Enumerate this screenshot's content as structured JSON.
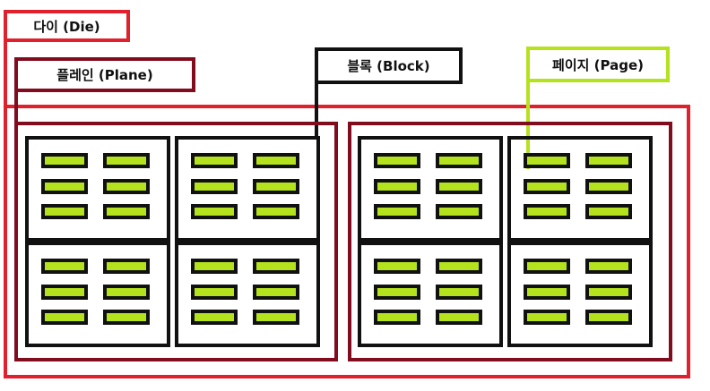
{
  "colors": {
    "die": "#e0202c",
    "plane": "#800c1d",
    "block": "#111111",
    "page_fill": "#b4e21d",
    "page_label": "#b4e21d"
  },
  "labels": {
    "die": "다이 (Die)",
    "plane": "플레인 (Plane)",
    "block": "블록 (Block)",
    "page": "페이지 (Page)"
  },
  "structure": {
    "planes_per_die": 2,
    "blocks_per_plane": 4,
    "pages_per_block": 6
  }
}
